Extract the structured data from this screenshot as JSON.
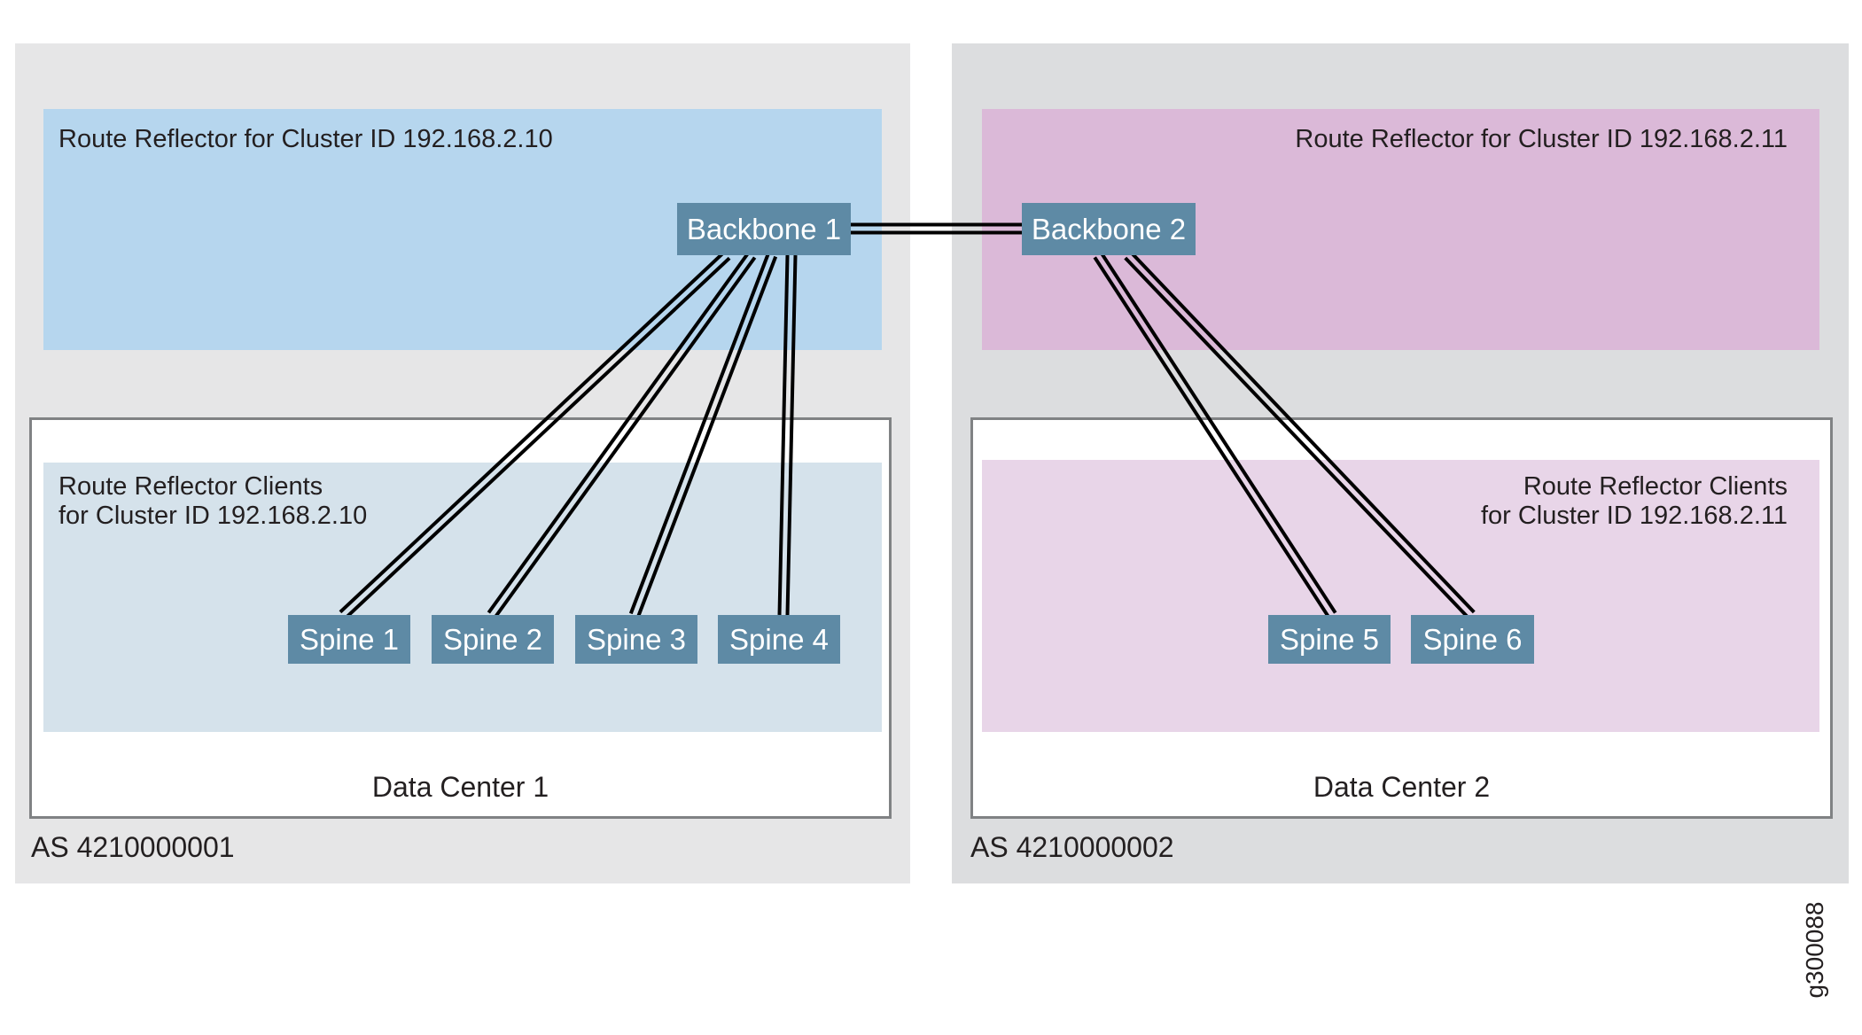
{
  "as_regions": [
    {
      "label": "AS 4210000001"
    },
    {
      "label": "AS 4210000002"
    }
  ],
  "route_reflectors": [
    {
      "label": "Route Reflector for Cluster ID 192.168.2.10"
    },
    {
      "label": "Route Reflector for Cluster ID 192.168.2.11"
    }
  ],
  "data_centers": [
    {
      "label": "Data Center 1"
    },
    {
      "label": "Data Center 2"
    }
  ],
  "clients": [
    {
      "line1": "Route Reflector Clients",
      "line2": "for Cluster ID 192.168.2.10"
    },
    {
      "line1": "Route Reflector Clients",
      "line2": "for Cluster ID 192.168.2.11"
    }
  ],
  "nodes": {
    "backbone1": "Backbone 1",
    "backbone2": "Backbone 2",
    "spine1": "Spine 1",
    "spine2": "Spine 2",
    "spine3": "Spine 3",
    "spine4": "Spine 4",
    "spine5": "Spine 5",
    "spine6": "Spine 6"
  },
  "links": [
    [
      "backbone1",
      "backbone2"
    ],
    [
      "backbone1",
      "spine1"
    ],
    [
      "backbone1",
      "spine2"
    ],
    [
      "backbone1",
      "spine3"
    ],
    [
      "backbone1",
      "spine4"
    ],
    [
      "backbone2",
      "spine5"
    ],
    [
      "backbone2",
      "spine6"
    ]
  ],
  "figure_id": "g300088",
  "colors": {
    "as1_bg": "#e6e6e7",
    "as2_bg": "#dcdddf",
    "rr1_bg": "#b6d6ee",
    "rr2_bg": "#dbb9d8",
    "clients1_bg": "#d5e2eb",
    "clients2_bg": "#e8d5e8",
    "node_bg": "#5e8aa5",
    "link": "#000000"
  }
}
